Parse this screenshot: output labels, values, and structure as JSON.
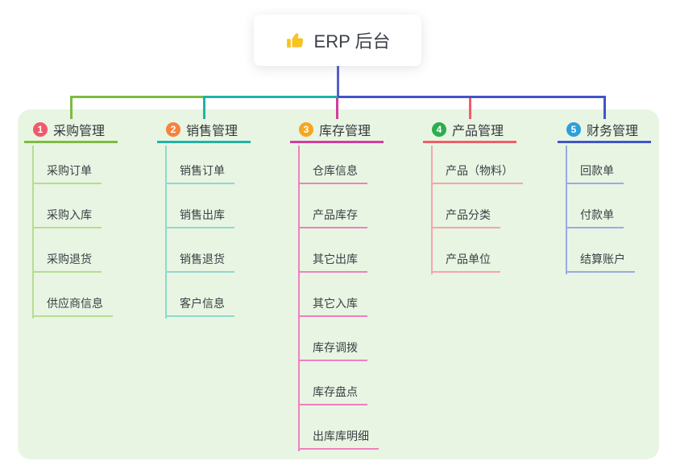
{
  "root": {
    "label": "ERP 后台",
    "icon": "thumbs-up-icon",
    "icon_color": "#F7C325",
    "connector_color": "#5360CE"
  },
  "panel": {
    "background": "#E8F5E2"
  },
  "branches": [
    {
      "badge": "1",
      "badge_color": "#F0596C",
      "label": "采购管理",
      "line_color": "#7EBB40",
      "child_line_color": "#B7DC92",
      "children": [
        "采购订单",
        "采购入库",
        "采购退货",
        "供应商信息"
      ]
    },
    {
      "badge": "2",
      "badge_color": "#F6823E",
      "label": "销售管理",
      "line_color": "#1FB3A8",
      "child_line_color": "#90D8CF",
      "children": [
        "销售订单",
        "销售出库",
        "销售退货",
        "客户信息"
      ]
    },
    {
      "badge": "3",
      "badge_color": "#F5A623",
      "label": "库存管理",
      "line_color": "#D43C9C",
      "child_line_color": "#F07FC1",
      "children": [
        "仓库信息",
        "产品库存",
        "其它出库",
        "其它入库",
        "库存调拨",
        "库存盘点",
        "出库库明细"
      ]
    },
    {
      "badge": "4",
      "badge_color": "#2AAF4D",
      "label": "产品管理",
      "line_color": "#F25C68",
      "child_line_color": "#F9A3AB",
      "children": [
        "产品（物料）",
        "产品分类",
        "产品单位"
      ]
    },
    {
      "badge": "5",
      "badge_color": "#2D9FDB",
      "label": "财务管理",
      "line_color": "#4254C9",
      "child_line_color": "#9BA9E6",
      "children": [
        "回款单",
        "付款单",
        "结算账户"
      ]
    }
  ]
}
